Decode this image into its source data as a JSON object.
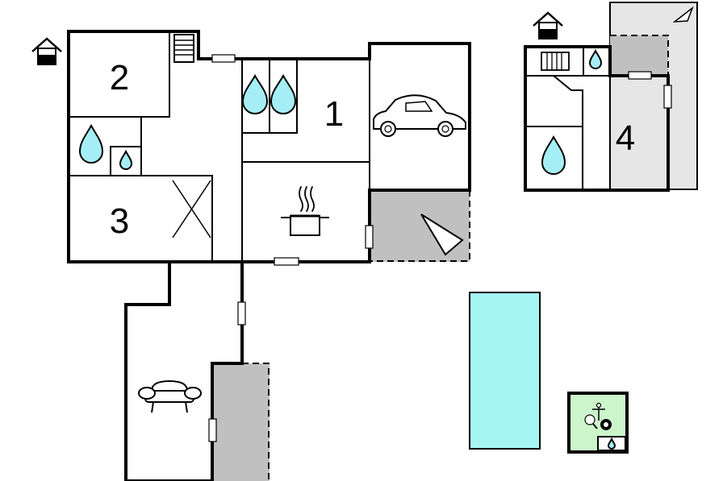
{
  "rooms": {
    "bedroom_1": "1",
    "bedroom_2": "2",
    "bedroom_3": "3",
    "bedroom_4": "4"
  },
  "colors": {
    "pool": "#a5f5f5",
    "water": "#a5eef5",
    "terrace": "#c0c0c0",
    "games": "#ccf5cc",
    "annex_terrace": "#e6e6e6"
  },
  "icons": [
    "house-icon",
    "stairs-icon",
    "water-drop-icon",
    "car-icon",
    "cooking-pot-icon",
    "sofa-icon",
    "wardrobe-icon",
    "compass-icon",
    "games-icon",
    "pool"
  ]
}
